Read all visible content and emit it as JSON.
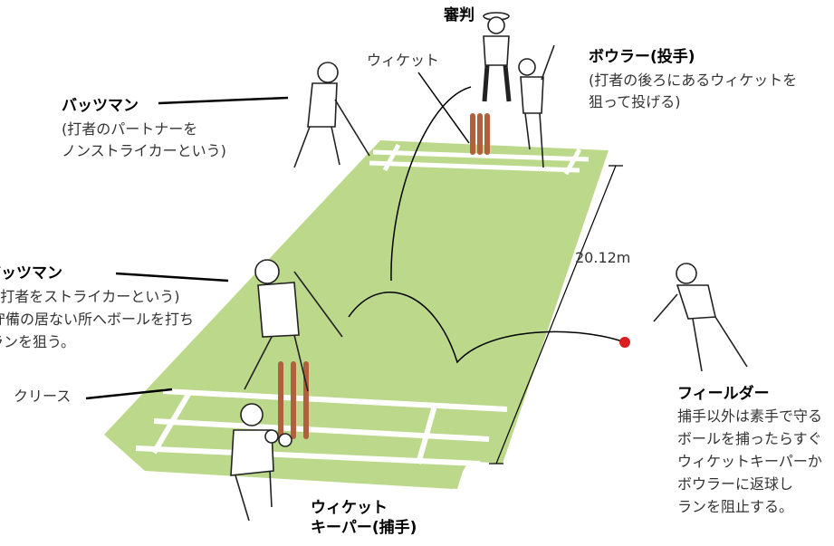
{
  "labels": {
    "umpire": "審判",
    "wicket": "ウィケット",
    "bowler": {
      "title": "ボウラー(投手)",
      "lines": [
        "(打者の後ろにあるウィケットを",
        "狙って投げる)"
      ]
    },
    "non_striker": {
      "title": "バッツマン",
      "lines": [
        "(打者のパートナーを",
        "ノンストライカーという)"
      ]
    },
    "striker": {
      "title": "バッツマン",
      "lines": [
        "(打者をストライカーという)",
        "守備の居ない所へボールを打ち",
        "ランを狙う。"
      ]
    },
    "crease": "クリース",
    "distance": "20.12m",
    "fielder": {
      "title": "フィールダー",
      "lines": [
        "捕手以外は素手で守る",
        "ボールを捕ったらすぐ",
        "ウィケットキーパーか",
        "ボウラーに返球し",
        "ランを阻止する。"
      ]
    },
    "keeper": {
      "lines": [
        "ウィケット",
        "キーパー(捕手)"
      ]
    }
  },
  "colors": {
    "pitch": "#bcd98b",
    "stumps": "#b0603c",
    "ball": "#d81e1e"
  }
}
